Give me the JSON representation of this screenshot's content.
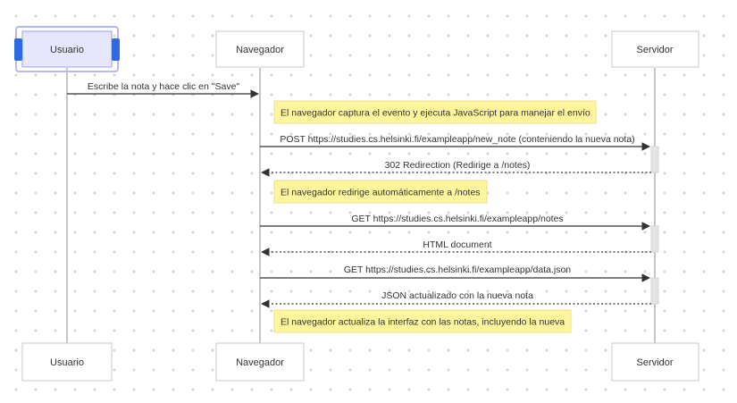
{
  "actors": [
    {
      "id": "usuario",
      "label": "Usuario"
    },
    {
      "id": "navegador",
      "label": "Navegador"
    },
    {
      "id": "servidor",
      "label": "Servidor"
    }
  ],
  "messages": [
    {
      "text": "Escribe la nota y hace clic en \"Save\"",
      "from": "usuario",
      "to": "navegador",
      "style": "solid"
    },
    {
      "text": "POST https://studies.cs.helsinki.fi/exampleapp/new_note (conteniendo la nueva nota)",
      "from": "navegador",
      "to": "servidor",
      "style": "solid"
    },
    {
      "text": "302 Redirection (Redirige a /notes)",
      "from": "servidor",
      "to": "navegador",
      "style": "dotted"
    },
    {
      "text": "GET https://studies.cs.helsinki.fi/exampleapp/notes",
      "from": "navegador",
      "to": "servidor",
      "style": "solid"
    },
    {
      "text": "HTML document",
      "from": "servidor",
      "to": "navegador",
      "style": "dotted"
    },
    {
      "text": "GET https://studies.cs.helsinki.fi/exampleapp/data.json",
      "from": "navegador",
      "to": "servidor",
      "style": "solid"
    },
    {
      "text": "JSON actualizado con la nueva nota",
      "from": "servidor",
      "to": "navegador",
      "style": "dotted"
    }
  ],
  "notes": [
    {
      "text": "El navegador captura el evento y ejecuta JavaScript para manejar el envío",
      "over": "navegador"
    },
    {
      "text": "El navegador redirige automáticamente a /notes",
      "over": "navegador"
    },
    {
      "text": "El navegador actualiza la interfaz con las notas, incluyendo la nueva",
      "over": "navegador"
    }
  ],
  "colors": {
    "note_fill": "#fff59d",
    "selected_actor_fill": "#e6e6ff",
    "selection_handle": "#2d6be6",
    "line": "#333333"
  }
}
